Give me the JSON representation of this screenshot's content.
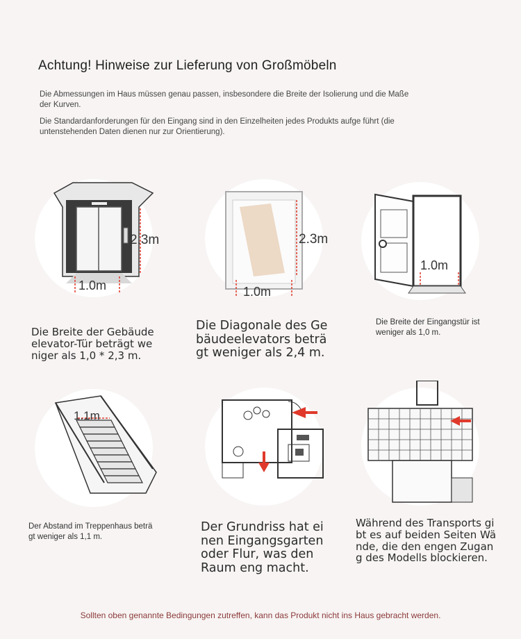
{
  "title": "Achtung! Hinweise zur Lieferung von Großmöbeln",
  "intro": [
    "Die Abmessungen im Haus müssen genau passen, insbesondere die Breite der Isolierung und die Maße der Kurven.",
    "Die Standardanforderungen für den Eingang sind in den Einzelheiten jedes Produkts aufge führt (die untenstehenden Daten dienen nur zur Orientierung)."
  ],
  "cards": [
    {
      "height_label": "2.3m",
      "width_label": "1.0m",
      "caption": "Die Breite der Gebäude\nelevator-Tür beträgt we\nniger als 1,0 * 2,3 m."
    },
    {
      "height_label": "2.3m",
      "width_label": "1.0m",
      "caption": "Die Diagonale des Ge\nbäudeelevators beträ\ngt weniger als 2,4 m."
    },
    {
      "width_label": "1.0m",
      "caption": "Die Breite der Eingangstür ist\nweniger als 1,0 m."
    },
    {
      "width_label": "1.1m",
      "caption": "Der Abstand im Treppenhaus beträ\ngt weniger als 1,1 m."
    },
    {
      "caption": "Der Grundriss hat ei\nnen Eingangsgarten\n oder Flur, was den\nRaum eng macht."
    },
    {
      "caption": "Während des Transports gi\nbt es auf beiden Seiten Wä\nnde, die den engen Zugan\ng des Modells blockieren."
    }
  ],
  "footer": "Sollten oben genannte Bedingungen zutreffen, kann das Produkt nicht ins Haus gebracht werden.",
  "colors": {
    "accent_red": "#e0392b",
    "outline": "#2a2a2a",
    "circle_bg": "#ffffff",
    "footer_text": "#8b3a3a"
  }
}
